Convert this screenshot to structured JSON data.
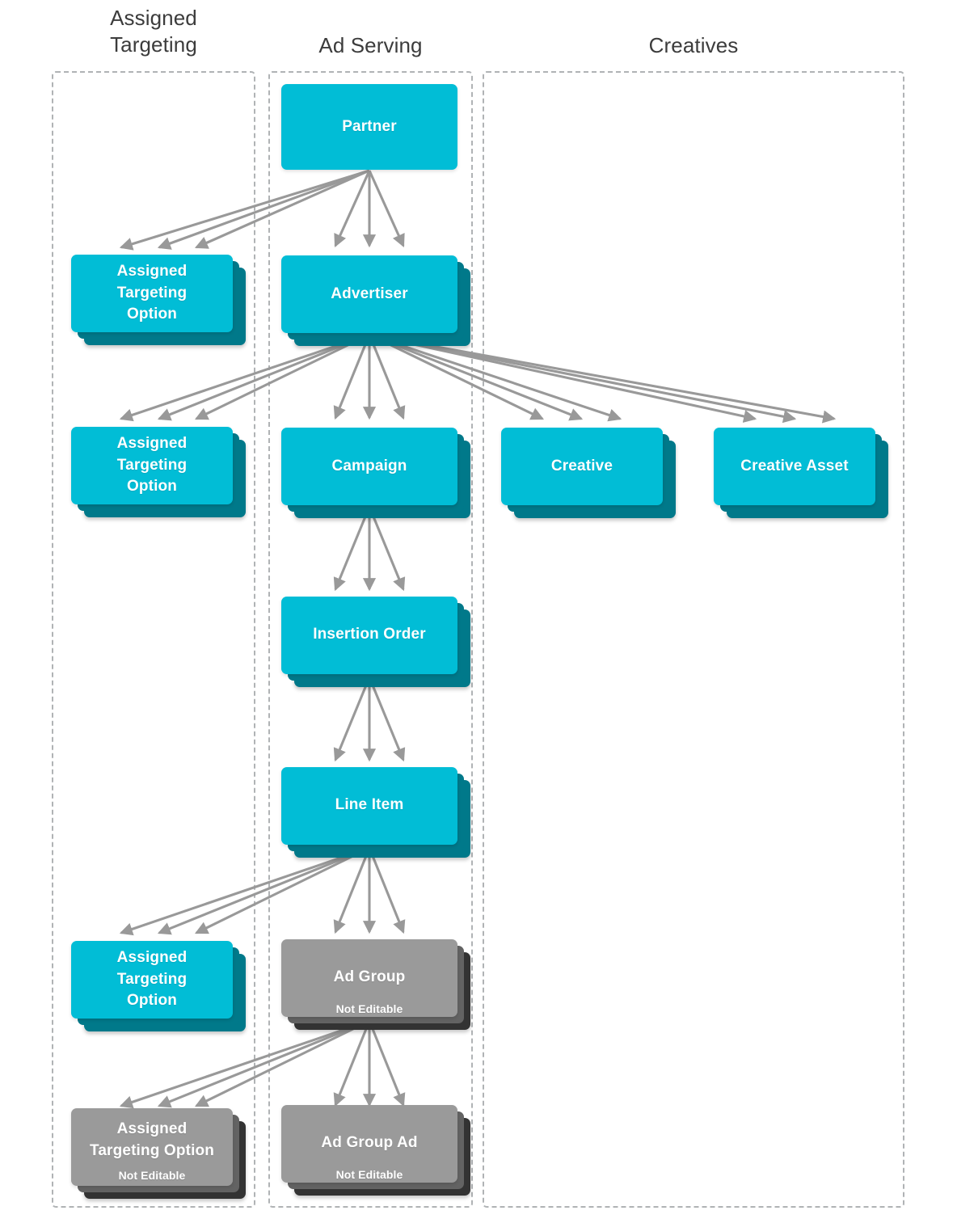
{
  "diagram": {
    "type": "hierarchy-entity-diagram",
    "background": "#ffffff",
    "colors": {
      "editable_fill": "#01bdd6",
      "editable_stack": "#00798a",
      "not_editable_fill": "#9a9a9a",
      "not_editable_stack_mid": "#636363",
      "not_editable_stack_back": "#333333",
      "arrow": "#999999",
      "lane_border": "#b0b3b5",
      "header_text": "#3c3c3c",
      "node_text": "#ffffff"
    },
    "columns": [
      {
        "id": "assigned-targeting",
        "label": "Assigned\nTargeting",
        "label_line1": "Assigned",
        "label_line2": "Targeting"
      },
      {
        "id": "ad-serving",
        "label": "Ad Serving",
        "label_line1": "Ad Serving",
        "label_line2": ""
      },
      {
        "id": "creatives",
        "label": "Creatives",
        "label_line1": "Creatives",
        "label_line2": ""
      }
    ],
    "not_editable_label": "Not Editable",
    "nodes": [
      {
        "id": "partner",
        "column": "ad-serving",
        "label": "Partner",
        "label_lines": [
          "Partner"
        ],
        "editable": true,
        "stacked": false,
        "subtitle": ""
      },
      {
        "id": "ato-partner",
        "column": "assigned-targeting",
        "label": "Assigned Targeting Option",
        "label_lines": [
          "Assigned",
          "Targeting",
          "Option"
        ],
        "editable": true,
        "stacked": true,
        "subtitle": ""
      },
      {
        "id": "advertiser",
        "column": "ad-serving",
        "label": "Advertiser",
        "label_lines": [
          "Advertiser"
        ],
        "editable": true,
        "stacked": true,
        "subtitle": ""
      },
      {
        "id": "ato-advertiser",
        "column": "assigned-targeting",
        "label": "Assigned Targeting Option",
        "label_lines": [
          "Assigned",
          "Targeting",
          "Option"
        ],
        "editable": true,
        "stacked": true,
        "subtitle": ""
      },
      {
        "id": "campaign",
        "column": "ad-serving",
        "label": "Campaign",
        "label_lines": [
          "Campaign"
        ],
        "editable": true,
        "stacked": true,
        "subtitle": ""
      },
      {
        "id": "creative",
        "column": "creatives",
        "label": "Creative",
        "label_lines": [
          "Creative"
        ],
        "editable": true,
        "stacked": true,
        "subtitle": ""
      },
      {
        "id": "creative-asset",
        "column": "creatives",
        "label": "Creative Asset",
        "label_lines": [
          "Creative Asset"
        ],
        "editable": true,
        "stacked": true,
        "subtitle": ""
      },
      {
        "id": "insertion-order",
        "column": "ad-serving",
        "label": "Insertion Order",
        "label_lines": [
          "Insertion Order"
        ],
        "editable": true,
        "stacked": true,
        "subtitle": ""
      },
      {
        "id": "line-item",
        "column": "ad-serving",
        "label": "Line Item",
        "label_lines": [
          "Line Item"
        ],
        "editable": true,
        "stacked": true,
        "subtitle": ""
      },
      {
        "id": "ato-line-item",
        "column": "assigned-targeting",
        "label": "Assigned Targeting Option",
        "label_lines": [
          "Assigned",
          "Targeting",
          "Option"
        ],
        "editable": true,
        "stacked": true,
        "subtitle": ""
      },
      {
        "id": "ad-group",
        "column": "ad-serving",
        "label": "Ad Group",
        "label_lines": [
          "Ad Group"
        ],
        "editable": false,
        "stacked": true,
        "subtitle": "Not Editable"
      },
      {
        "id": "ato-ad-group",
        "column": "assigned-targeting",
        "label": "Assigned Targeting Option",
        "label_lines": [
          "Assigned",
          "Targeting Option"
        ],
        "editable": false,
        "stacked": true,
        "subtitle": "Not Editable"
      },
      {
        "id": "ad-group-ad",
        "column": "ad-serving",
        "label": "Ad Group Ad",
        "label_lines": [
          "Ad Group Ad"
        ],
        "editable": false,
        "stacked": true,
        "subtitle": "Not Editable"
      }
    ],
    "edges": [
      {
        "from": "partner",
        "to": "ato-partner",
        "multiplicity": 3
      },
      {
        "from": "partner",
        "to": "advertiser",
        "multiplicity": 3
      },
      {
        "from": "advertiser",
        "to": "ato-advertiser",
        "multiplicity": 3
      },
      {
        "from": "advertiser",
        "to": "campaign",
        "multiplicity": 3
      },
      {
        "from": "advertiser",
        "to": "creative",
        "multiplicity": 3
      },
      {
        "from": "advertiser",
        "to": "creative-asset",
        "multiplicity": 3
      },
      {
        "from": "campaign",
        "to": "insertion-order",
        "multiplicity": 3
      },
      {
        "from": "insertion-order",
        "to": "line-item",
        "multiplicity": 3
      },
      {
        "from": "line-item",
        "to": "ato-line-item",
        "multiplicity": 3
      },
      {
        "from": "line-item",
        "to": "ad-group",
        "multiplicity": 3
      },
      {
        "from": "ad-group",
        "to": "ato-ad-group",
        "multiplicity": 3
      },
      {
        "from": "ad-group",
        "to": "ad-group-ad",
        "multiplicity": 3
      }
    ]
  }
}
